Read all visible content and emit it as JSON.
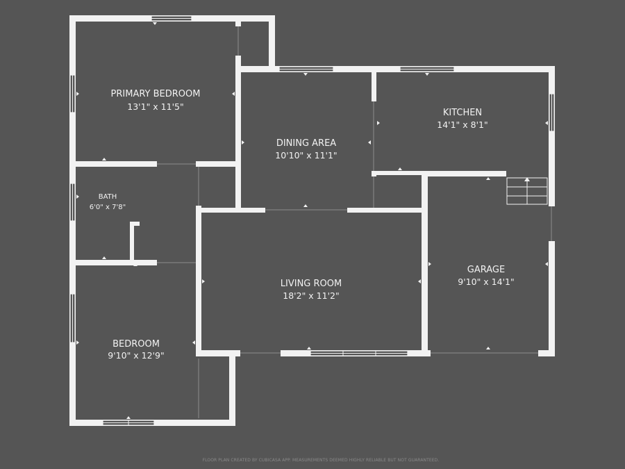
{
  "rooms": {
    "primary_bedroom": {
      "name": "PRIMARY BEDROOM",
      "dims": "13'1\" x 11'5\""
    },
    "dining_area": {
      "name": "DINING AREA",
      "dims": "10'10\" x 11'1\""
    },
    "kitchen": {
      "name": "KITCHEN",
      "dims": "14'1\" x 8'1\""
    },
    "bath": {
      "name": "BATH",
      "dims": "6'0\" x 7'8\""
    },
    "living_room": {
      "name": "LIVING ROOM",
      "dims": "18'2\" x 11'2\""
    },
    "garage": {
      "name": "GARAGE",
      "dims": "9'10\" x 14'1\""
    },
    "bedroom": {
      "name": "BEDROOM",
      "dims": "9'10\" x 12'9\""
    }
  },
  "footer": {
    "disclaimer": "FLOOR PLAN CREATED BY CUBICASA APP. MEASUREMENTS DEEMED HIGHLY RELIABLE BUT NOT GUARANTEED."
  },
  "colors": {
    "background": "#555555",
    "walls": "#f2f2f2",
    "text": "#f2f2f2"
  }
}
